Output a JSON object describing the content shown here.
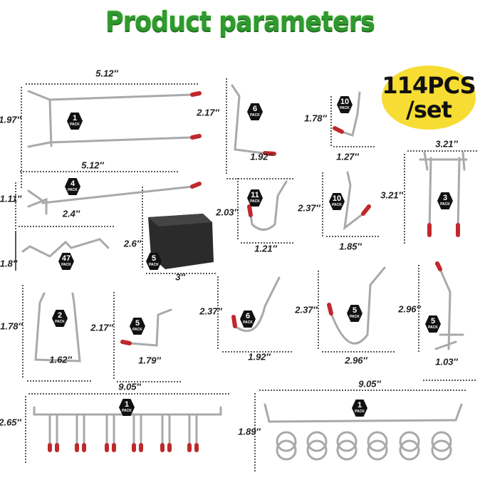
{
  "title": "Product parameters",
  "badge": {
    "count": "114PCS",
    "unit": "/set",
    "color": "#f7dc34"
  },
  "pack_label": "PACK",
  "colors": {
    "title": "#2f9a2f",
    "metal": "#a9a9a9",
    "tip": "#c0282c",
    "bin": "#2b2b2b"
  },
  "items": [
    {
      "name": "double-hook",
      "pack": "1",
      "width": "5.12″",
      "height": "1.97″"
    },
    {
      "name": "l-hook",
      "pack": "6",
      "width": "1.92″",
      "height": "2.17″"
    },
    {
      "name": "small-hook",
      "pack": "10",
      "width": "1.27″",
      "height": "1.78″"
    },
    {
      "name": "single-hook",
      "pack": "4",
      "width": "5.12″",
      "height": "1.11″"
    },
    {
      "name": "u-hook",
      "pack": "11",
      "width": "1.21″",
      "height": "2.03″"
    },
    {
      "name": "angled-hook",
      "pack": "10",
      "width": "1.85″",
      "height": "2.37″"
    },
    {
      "name": "double-prong-hook",
      "pack": "3",
      "width": "3.21″",
      "height": "3.21″"
    },
    {
      "name": "wire-clip",
      "pack": "47",
      "width": "2.4″",
      "height": "1.8″"
    },
    {
      "name": "storage-bin",
      "pack": "5",
      "width": "3″",
      "height": "2.6″"
    },
    {
      "name": "loop-hook",
      "pack": "2",
      "width": "1.62″",
      "height": "1.78″"
    },
    {
      "name": "l-hook-small",
      "pack": "5",
      "width": "1.79″",
      "height": "2.17″"
    },
    {
      "name": "j-hook",
      "pack": "6",
      "width": "1.92″",
      "height": "2.37″"
    },
    {
      "name": "j-hook-large",
      "pack": "5",
      "width": "2.96″",
      "height": "2.37″"
    },
    {
      "name": "straight-hook",
      "pack": "5",
      "width": "1.03″",
      "height": "2.96″"
    },
    {
      "name": "multi-hook-rack",
      "pack": "1",
      "width": "9.05″",
      "height": "2.65″"
    },
    {
      "name": "ring-rack",
      "pack": "1",
      "width": "9.05″",
      "height": "1.89″"
    }
  ]
}
